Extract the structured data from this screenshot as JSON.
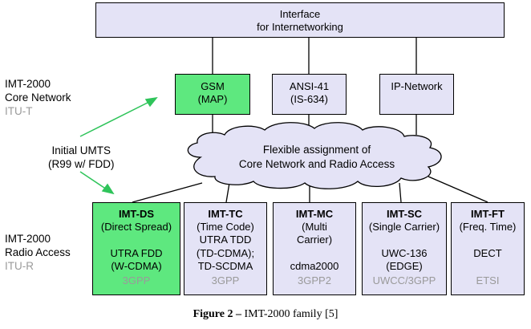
{
  "interface_box": {
    "line1": "Interface",
    "line2": "for Internetworking"
  },
  "core_nodes": [
    {
      "line1": "GSM",
      "line2": "(MAP)"
    },
    {
      "line1": "ANSI-41",
      "line2": "(IS-634)"
    },
    {
      "line1": "IP-Network",
      "line2": ""
    }
  ],
  "cloud": {
    "line1": "Flexible assignment of",
    "line2": "Core Network and Radio Access"
  },
  "left_labels": {
    "core_network": {
      "line1": "IMT-2000",
      "line2": "Core Network",
      "line3": "ITU-T"
    },
    "initial_umts": {
      "line1": "Initial UMTS",
      "line2": "(R99 w/ FDD)"
    },
    "radio_access": {
      "line1": "IMT-2000",
      "line2": "Radio Access",
      "line3": "ITU-R"
    }
  },
  "radio_boxes": [
    {
      "name": "IMT-DS",
      "desc": [
        "(Direct Spread)"
      ],
      "tech": [
        "UTRA FDD",
        "(W-CDMA)"
      ],
      "org": "3GPP"
    },
    {
      "name": "IMT-TC",
      "desc": [
        "(Time Code)"
      ],
      "tech": [
        "UTRA TDD",
        "(TD-CDMA);",
        "TD-SCDMA"
      ],
      "org": "3GPP"
    },
    {
      "name": "IMT-MC",
      "desc": [
        "(Multi",
        "Carrier)"
      ],
      "tech": [
        "cdma2000"
      ],
      "org": "3GPP2"
    },
    {
      "name": "IMT-SC",
      "desc": [
        "(Single Carrier)"
      ],
      "tech": [
        "UWC-136",
        "(EDGE)"
      ],
      "org": "UWCC/3GPP"
    },
    {
      "name": "IMT-FT",
      "desc": [
        "(Freq. Time)"
      ],
      "tech": [
        "DECT"
      ],
      "org": "ETSI"
    }
  ],
  "caption": {
    "label": "Figure 2 –",
    "text": " IMT-2000 family [5]"
  },
  "colors": {
    "green_highlight": "#5ee87f",
    "lavender_fill": "#e4e3f6",
    "arrow_green": "#2fc45a",
    "muted_text": "#9a9a9a"
  }
}
